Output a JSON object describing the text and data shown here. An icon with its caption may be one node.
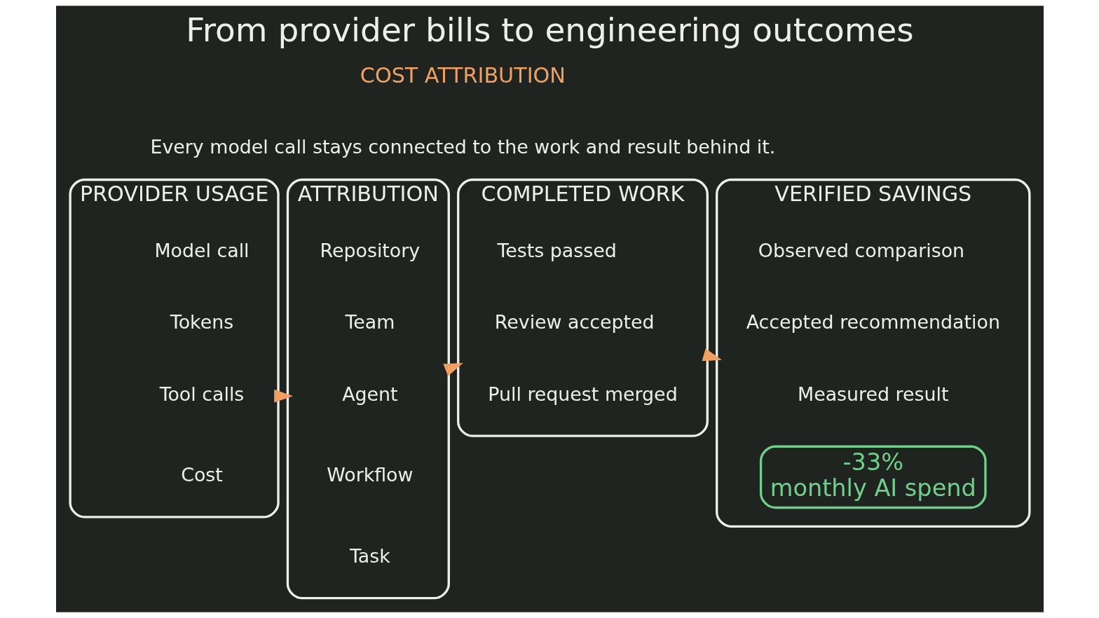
{
  "diagram": {
    "title": "From provider bills to engineering outcomes",
    "nodes": [
      {
        "text": [
          "PROVIDER USAGE"
        ]
      },
      {
        "text": [
          "Model call"
        ],
        "in": 0
      },
      {
        "text": [
          "Tokens"
        ],
        "in": 0
      },
      {
        "text": [
          "Tool calls"
        ],
        "in": 0
      },
      {
        "text": [
          "Cost"
        ],
        "in": 0
      },
      {
        "text": [
          "ATTRIBUTION"
        ]
      },
      {
        "text": [
          "Repository"
        ],
        "in": 5
      },
      {
        "text": [
          "Team"
        ],
        "in": 5
      },
      {
        "text": [
          "Agent"
        ],
        "in": 5
      },
      {
        "text": [
          "Workflow"
        ],
        "in": 5
      },
      {
        "text": [
          "Task"
        ],
        "in": 5
      },
      {
        "text": [
          "COMPLETED WORK"
        ]
      },
      {
        "text": [
          "Tests passed"
        ],
        "in": 11
      },
      {
        "text": [
          "Review accepted"
        ],
        "in": 11
      },
      {
        "text": [
          "Pull request merged"
        ],
        "in": 11
      },
      {
        "text": [
          "VERIFIED SAVINGS"
        ]
      },
      {
        "text": [
          "Observed comparison"
        ],
        "in": 15
      },
      {
        "text": [
          "Accepted recommendation"
        ],
        "in": 15
      },
      {
        "text": [
          "Measured result"
        ],
        "in": 15
      },
      {
        "text": [
          "-33%",
          "monthly AI spend"
        ],
        "in": 15
      }
    ],
    "edges": [
      {
        "from": 0,
        "to": 5,
        "arrow": "to"
      },
      {
        "from": 5,
        "to": 11,
        "arrow": "to"
      },
      {
        "from": 11,
        "to": 15,
        "arrow": "to"
      }
    ],
    "labels": [
      "COST ATTRIBUTION",
      "Every model call stays connected to the work and result behind it."
    ]
  }
}
